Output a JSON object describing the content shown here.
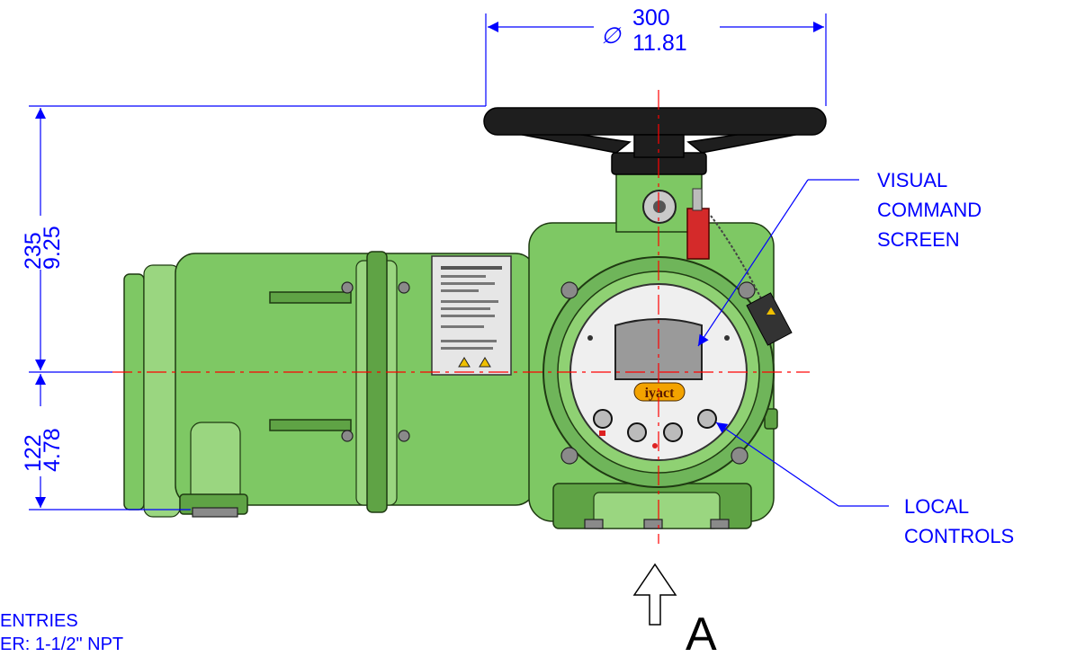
{
  "dimensions": {
    "width_mm": "300",
    "width_in": "11.81",
    "diameter_symbol": "∅",
    "upper_height_mm": "235",
    "upper_height_in": "9.25",
    "lower_height_mm": "122",
    "lower_height_in": "4.78"
  },
  "callouts": {
    "visual_line1": "VISUAL",
    "visual_line2": "COMMAND",
    "visual_line3": "SCREEN",
    "local_line1": "LOCAL",
    "local_line2": "CONTROLS"
  },
  "view_label": "A",
  "notes": {
    "line1": "ENTRIES",
    "line2": "ER: 1-1/2\" NPT"
  },
  "brand": "iyact",
  "colors": {
    "dimension": "#0000ff",
    "centerline": "#ff0000",
    "body": "#7ec864",
    "handwheel": "#1e1e1e"
  }
}
